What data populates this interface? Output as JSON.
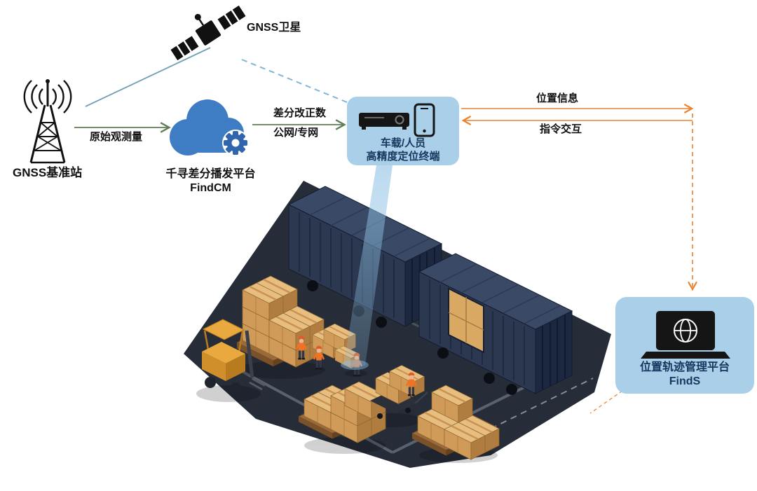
{
  "nodes": {
    "satellite": {
      "label": "GNSS卫星"
    },
    "base_station": {
      "label": "GNSS基准站"
    },
    "cloud": {
      "line1": "千寻差分播发平台",
      "line2": "FindCM"
    },
    "terminal": {
      "line1": "车载/人员",
      "line2": "高精度定位终端"
    },
    "platform": {
      "line1": "位置轨迹管理平台",
      "line2": "FindS"
    }
  },
  "flows": {
    "raw_observation": "原始观测量",
    "correction_line1": "差分改正数",
    "correction_line2": "公网/专网",
    "position_info": "位置信息",
    "command_exchange": "指令交互"
  },
  "icons": {
    "satellite": "gnss-satellite-icon",
    "base_station": "radio-tower-icon",
    "cloud": "cloud-gear-icon",
    "terminal_receiver": "media-receiver-icon",
    "terminal_phone": "smartphone-icon",
    "platform": "laptop-globe-icon",
    "scene": "isometric-warehouse-scene"
  },
  "colors": {
    "panel_blue": "#a9cfe9",
    "cloud_blue": "#3e7cc4",
    "gear_blue": "#2f66ad",
    "text_navy": "#17365d",
    "arrow_green": "#5d7d55",
    "arrow_orange": "#e8822f",
    "link_teal": "#6f9fb5",
    "link_dashed_blue": "#7fb7d8",
    "beam_blue": "#7fb3d9",
    "ground_dark": "#262c38",
    "container_navy": "#2c3850",
    "carton_tan": "#d09a58",
    "forklift_yellow": "#eaa93e"
  }
}
